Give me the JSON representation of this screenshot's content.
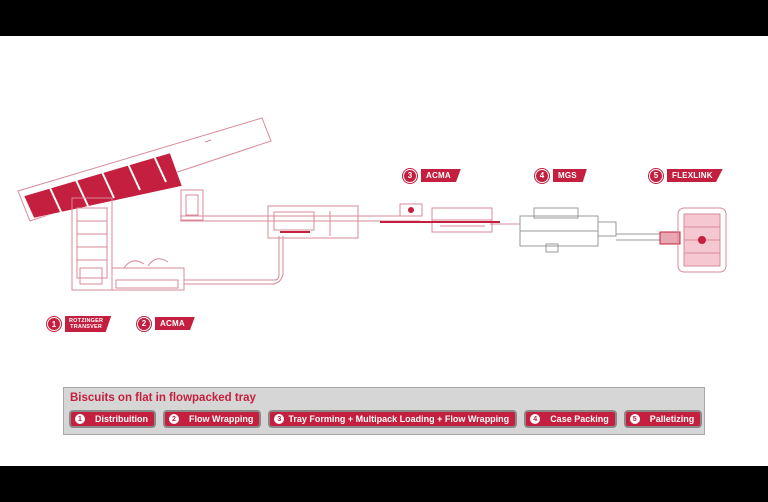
{
  "colors": {
    "brand_red": "#c41f3e",
    "line": "#d98a98",
    "panel_bg": "#d6d6d6"
  },
  "callouts": [
    {
      "number": "1",
      "label_line1": "ROTZINGER",
      "label_line2": "TRANSVER"
    },
    {
      "number": "2",
      "label": "ACMA"
    },
    {
      "number": "3",
      "label": "ACMA"
    },
    {
      "number": "4",
      "label": "MGS"
    },
    {
      "number": "5",
      "label": "FLEXLINK"
    }
  ],
  "panel": {
    "title": "Biscuits on flat in flowpacked tray",
    "steps": [
      {
        "number": "1",
        "label": "Distribuition"
      },
      {
        "number": "2",
        "label": "Flow Wrapping"
      },
      {
        "number": "3",
        "label": "Tray Forming  + Multipack Loading + Flow Wrapping"
      },
      {
        "number": "4",
        "label": "Case Packing"
      },
      {
        "number": "5",
        "label": "Palletizing"
      }
    ]
  }
}
